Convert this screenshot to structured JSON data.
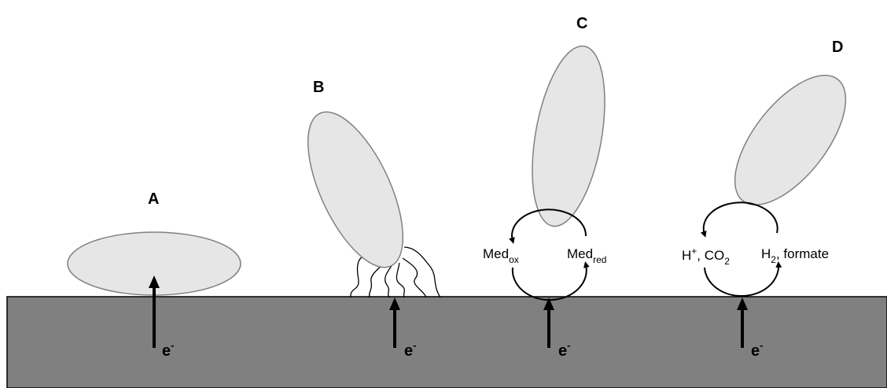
{
  "colors": {
    "electrode_fill": "#808080",
    "cell_fill": "#e6e6e6",
    "cell_stroke": "#808080",
    "arrow": "#000000",
    "text": "#000000"
  },
  "panels": {
    "a": {
      "label": "A",
      "electron": "e",
      "electron_sup": "-"
    },
    "b": {
      "label": "B",
      "electron": "e",
      "electron_sup": "-"
    },
    "c": {
      "label": "C",
      "electron": "e",
      "electron_sup": "-",
      "left_species": {
        "base": "Med",
        "sub": "ox"
      },
      "right_species": {
        "base": "Med",
        "sub": "red"
      }
    },
    "d": {
      "label": "D",
      "electron": "e",
      "electron_sup": "-",
      "left_species": {
        "pre": "H",
        "sup": "+",
        "mid": ", CO",
        "sub": "2"
      },
      "right_species": {
        "pre": "H",
        "sub": "2",
        "post": ", formate"
      }
    }
  }
}
